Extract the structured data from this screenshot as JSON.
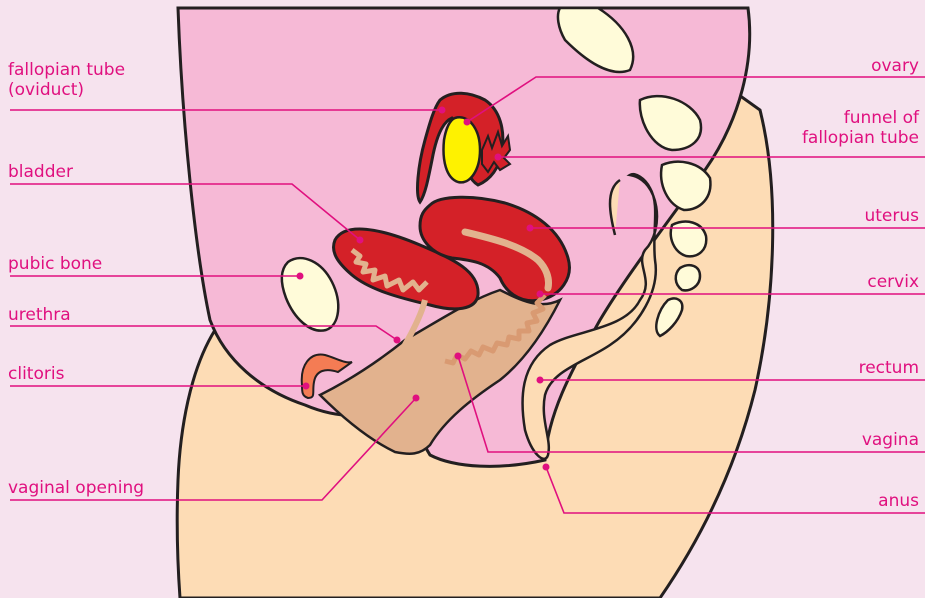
{
  "colors": {
    "background": "#f6e3ee",
    "label_text": "#e0107f",
    "leader_line": "#e0107f",
    "outline": "#231f20",
    "skin": "#fddcb5",
    "body_cavity": "#f6b9d6",
    "pelvic_floor": "#e2b28e",
    "organ_red": "#d42128",
    "ovary_yellow": "#fef200",
    "bone": "#fffbd9",
    "clitoris": "#f47c54"
  },
  "labels": {
    "fallopian_tube": "fallopian tube",
    "fallopian_tube_sub": "(oviduct)",
    "bladder": "bladder",
    "pubic_bone": "pubic bone",
    "urethra": "urethra",
    "clitoris": "clitoris",
    "vaginal_opening": "vaginal opening",
    "ovary": "ovary",
    "funnel_line1": "funnel of",
    "funnel_line2": "fallopian tube",
    "uterus": "uterus",
    "cervix": "cervix",
    "rectum": "rectum",
    "vagina": "vagina",
    "anus": "anus"
  }
}
